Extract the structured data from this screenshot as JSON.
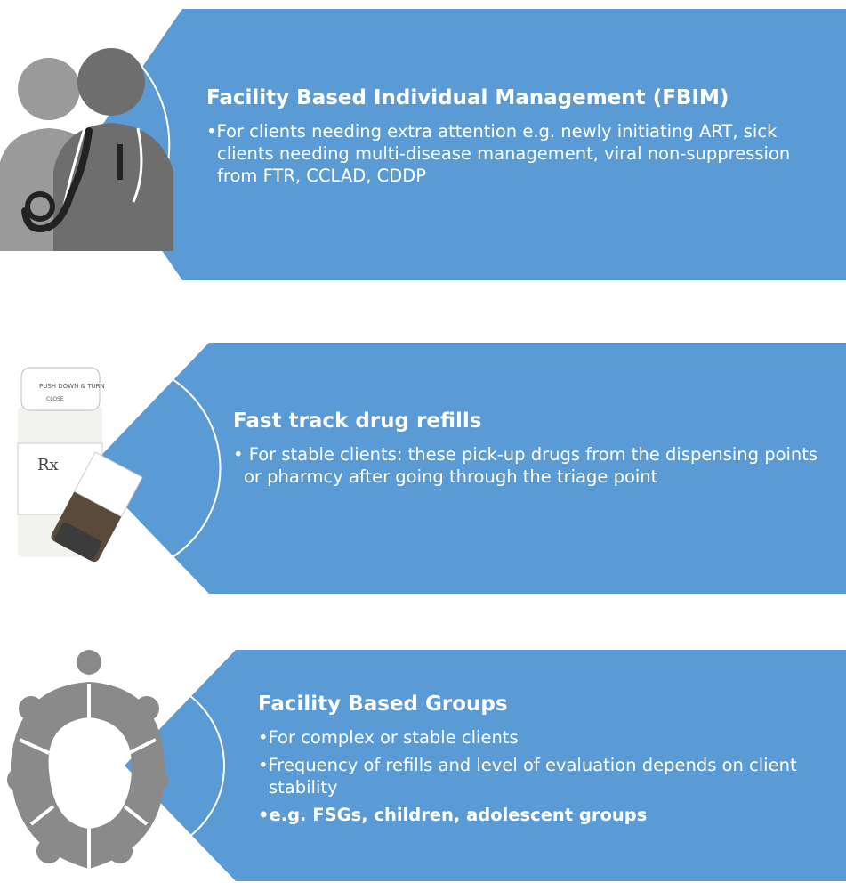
{
  "colors": {
    "panel_fill": "#5b9bd5",
    "icon_gray": "#7a7a7a",
    "text": "#ffffff"
  },
  "panels": [
    {
      "title": "Facility Based Individual Management (FBIM)",
      "icon": "doctor-patient-icon",
      "bullets": [
        {
          "text": "•For clients needing extra attention e.g. newly initiating ART, sick clients needing multi-disease management, viral non-suppression from FTR, CCLAD, CDDP",
          "bold": false
        }
      ]
    },
    {
      "title": "Fast track drug refills",
      "icon": "pill-bottles-icon",
      "icon_label_cap": "PUSH DOWN & TURN",
      "icon_label_cap_small": "CLOSE",
      "icon_label_rx": "Rx",
      "bullets": [
        {
          "text": "• For stable clients: these pick-up drugs from the dispensing points or pharmcy after going through the triage point",
          "bold": false
        }
      ]
    },
    {
      "title": "Facility Based Groups",
      "icon": "group-circle-icon",
      "bullets": [
        {
          "text": "•For complex or stable clients",
          "bold": false
        },
        {
          "text": "•Frequency of refills and level of evaluation depends on client stability",
          "bold": false
        },
        {
          "text": "•e.g. FSGs, children, adolescent groups",
          "bold": true
        }
      ]
    }
  ]
}
